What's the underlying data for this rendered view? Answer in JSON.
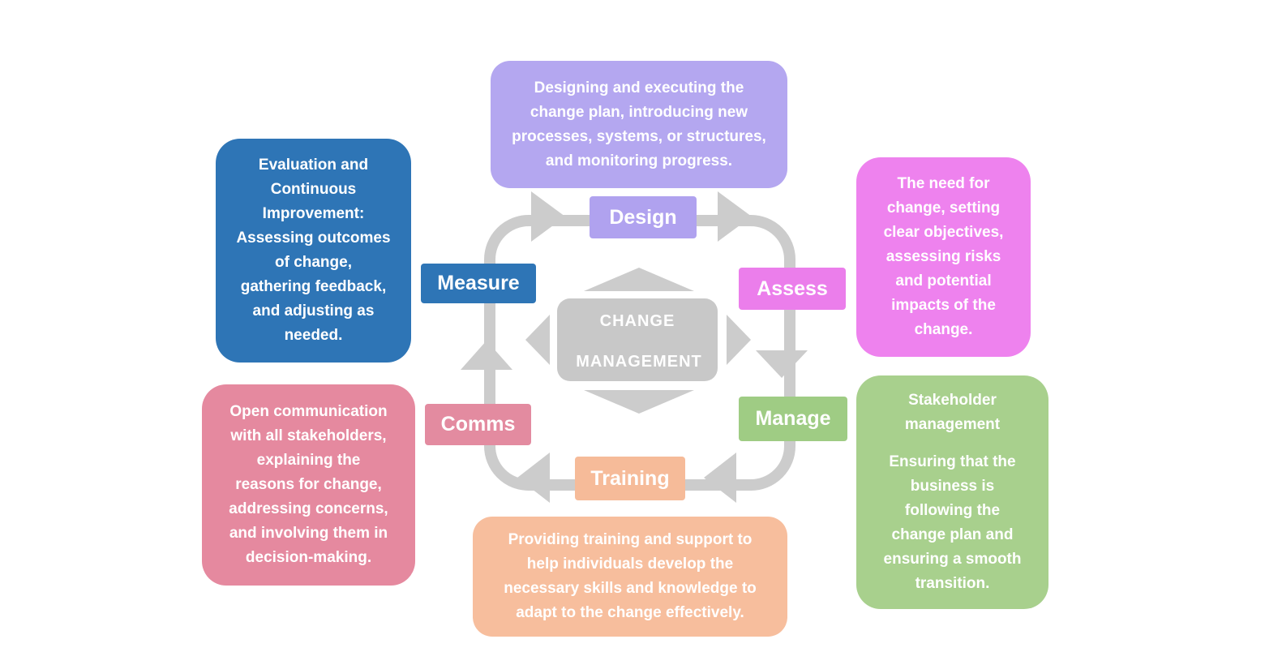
{
  "diagram": {
    "center": {
      "line1": "CHANGE",
      "line2": "MANAGEMENT"
    },
    "stages": {
      "design": {
        "label": "Design",
        "description": "Designing and executing the\nchange plan, introducing new\nprocesses, systems, or structures,\nand monitoring progress.",
        "color": "#b4a7f0",
        "label_color": "#b0a2ef"
      },
      "assess": {
        "label": "Assess",
        "description": "The need for\nchange, setting\nclear objectives,\nassessing risks\nand potential\nimpacts of the\nchange.",
        "color": "#ee82ee",
        "label_color": "#eb7eeb"
      },
      "manage": {
        "label": "Manage",
        "description_title": "Stakeholder\nmanagement",
        "description": "Ensuring that the\nbusiness is\nfollowing the\nchange plan and\nensuring a smooth\ntransition.",
        "color": "#a8d08d",
        "label_color": "#9fcc84"
      },
      "training": {
        "label": "Training",
        "description": "Providing training and support to\nhelp individuals develop the\nnecessary skills and knowledge to\nadapt to the change effectively.",
        "color": "#f7be9d",
        "label_color": "#f6bb99"
      },
      "comms": {
        "label": "Comms",
        "description": "Open communication\nwith all stakeholders,\nexplaining the\nreasons for change,\naddressing concerns,\nand involving them in\ndecision-making.",
        "color": "#e5899f",
        "label_color": "#e38ba0"
      },
      "measure": {
        "label": "Measure",
        "description": "Evaluation and\nContinuous\nImprovement:\nAssessing outcomes\nof change,\ngathering feedback,\nand adjusting as\nneeded.",
        "color": "#2e75b6",
        "label_color": "#2e75b6"
      }
    },
    "arrow_color": "#cccccc",
    "center_color": "#c8c8c8"
  }
}
